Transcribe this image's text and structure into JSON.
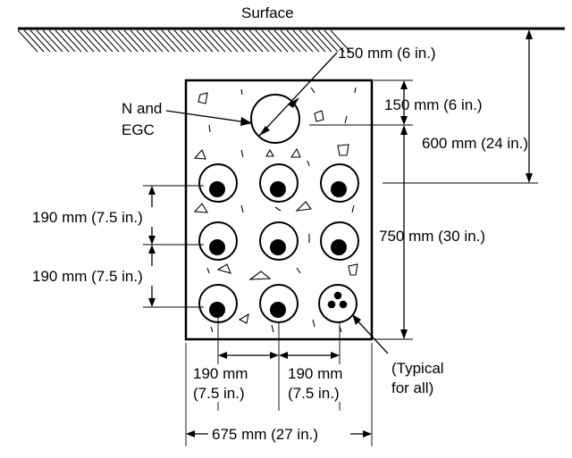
{
  "labels": {
    "surface": "Surface",
    "neutral_line1": "N and",
    "neutral_line2": "EGC",
    "neutral_dia": "150 mm (6 in.)",
    "top_cover": "150 mm  (6 in.)",
    "depth_total": "600 mm (24 in.)",
    "envelope_height": "750 mm (30 in.)",
    "row_spacing_1": "190 mm (7.5 in.)",
    "row_spacing_2": "190 mm (7.5 in.)",
    "col_spacing_1_line1": "190 mm",
    "col_spacing_1_line2": "(7.5 in.)",
    "col_spacing_2_line1": "190 mm",
    "col_spacing_2_line2": "(7.5 in.)",
    "typical_line1": "(Typical",
    "typical_line2": "for all)",
    "envelope_width": "675 mm (27 in.)"
  },
  "conduit_rows": 3,
  "conduit_cols": 3,
  "neutral_conduits": 1
}
